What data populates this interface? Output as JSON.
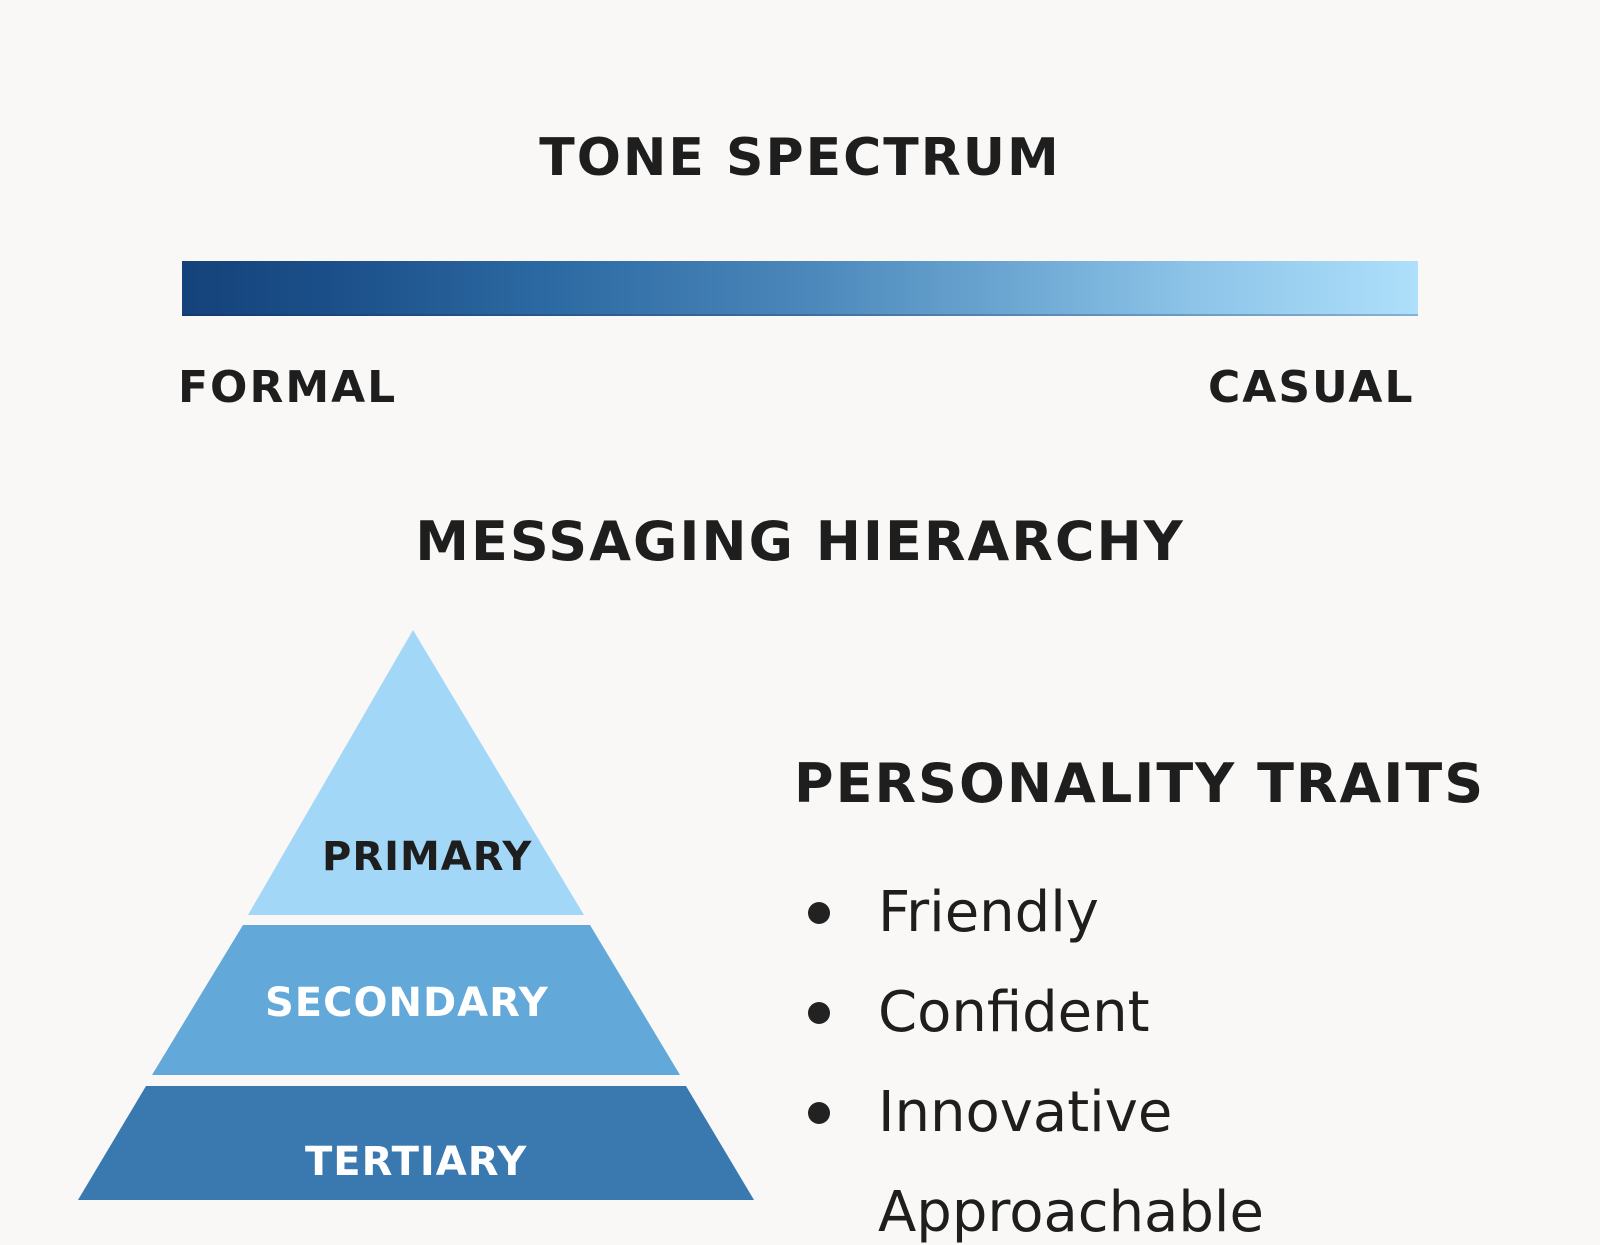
{
  "tone_spectrum": {
    "title": "TONE SPECTRUM",
    "left_label": "FORMAL",
    "right_label": "CASUAL",
    "gradient_start_color": "#15427a",
    "gradient_end_color": "#aee0fb"
  },
  "messaging_hierarchy": {
    "title": "MESSAGING HIERARCHY",
    "tiers": [
      {
        "label": "PRIMARY",
        "color": "#a2d7f7",
        "text_color": "#1e1e1e"
      },
      {
        "label": "SECONDARY",
        "color": "#62a8d8",
        "text_color": "#ffffff"
      },
      {
        "label": "TERTIARY",
        "color": "#3a78b0",
        "text_color": "#ffffff"
      }
    ]
  },
  "personality_traits": {
    "title": "PERSONALITY TRAITS",
    "items": [
      "Friendly",
      "Confident",
      "Innovative",
      "Approachable"
    ]
  }
}
